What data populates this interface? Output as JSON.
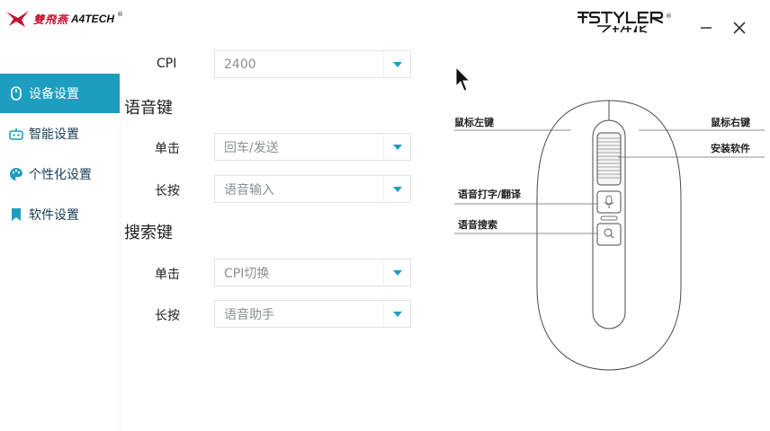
{
  "app": {
    "brand_cn": "雙飛燕",
    "brand_en": "A4TECH",
    "brand_reg": "®",
    "product_logo": "FSTYLER 飞时代"
  },
  "window_controls": {
    "minimize_icon": "minimize-icon",
    "close_icon": "close-icon"
  },
  "sidebar": {
    "items": [
      {
        "label": "设备设置",
        "icon": "mouse-icon",
        "active": true
      },
      {
        "label": "智能设置",
        "icon": "robot-icon",
        "active": false
      },
      {
        "label": "个性化设置",
        "icon": "palette-icon",
        "active": false
      },
      {
        "label": "软件设置",
        "icon": "bookmark-icon",
        "active": false
      }
    ]
  },
  "settings": {
    "cpi": {
      "label": "CPI",
      "value": "2400"
    },
    "voice_key": {
      "title": "语音键",
      "single_click": {
        "label": "单击",
        "value": "回车/发送"
      },
      "long_press": {
        "label": "长按",
        "value": "语音输入"
      }
    },
    "search_key": {
      "title": "搜索键",
      "single_click": {
        "label": "单击",
        "value": "CPI切换"
      },
      "long_press": {
        "label": "长按",
        "value": "语音助手"
      }
    }
  },
  "diagram": {
    "left_button": "鼠标左键",
    "right_button": "鼠标右键",
    "install_software": "安装软件",
    "voice_typing": "语音打字/翻译",
    "voice_search": "语音搜索"
  },
  "colors": {
    "accent": "#1d9ec0",
    "brand_red": "#c8102e"
  }
}
